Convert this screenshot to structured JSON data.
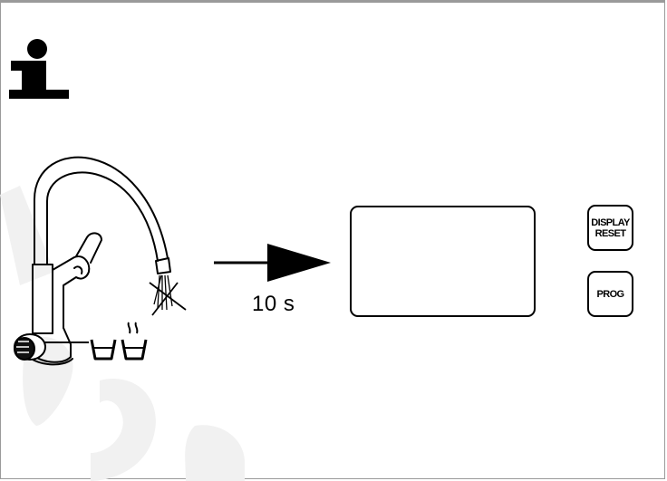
{
  "timer": {
    "duration_label": "10 s"
  },
  "controls": {
    "display_reset": {
      "line1": "DISPLAY",
      "line2": "RESET"
    },
    "prog": {
      "label": "PROG"
    }
  },
  "colors": {
    "watermark": "#f0f0f0",
    "line": "#000000",
    "frame": "#9a9a9a"
  },
  "icons": [
    "info-icon",
    "faucet-icon",
    "water-stream-crossed-icon",
    "cold-glass-icon",
    "hot-glass-icon",
    "arrow-right-icon"
  ]
}
